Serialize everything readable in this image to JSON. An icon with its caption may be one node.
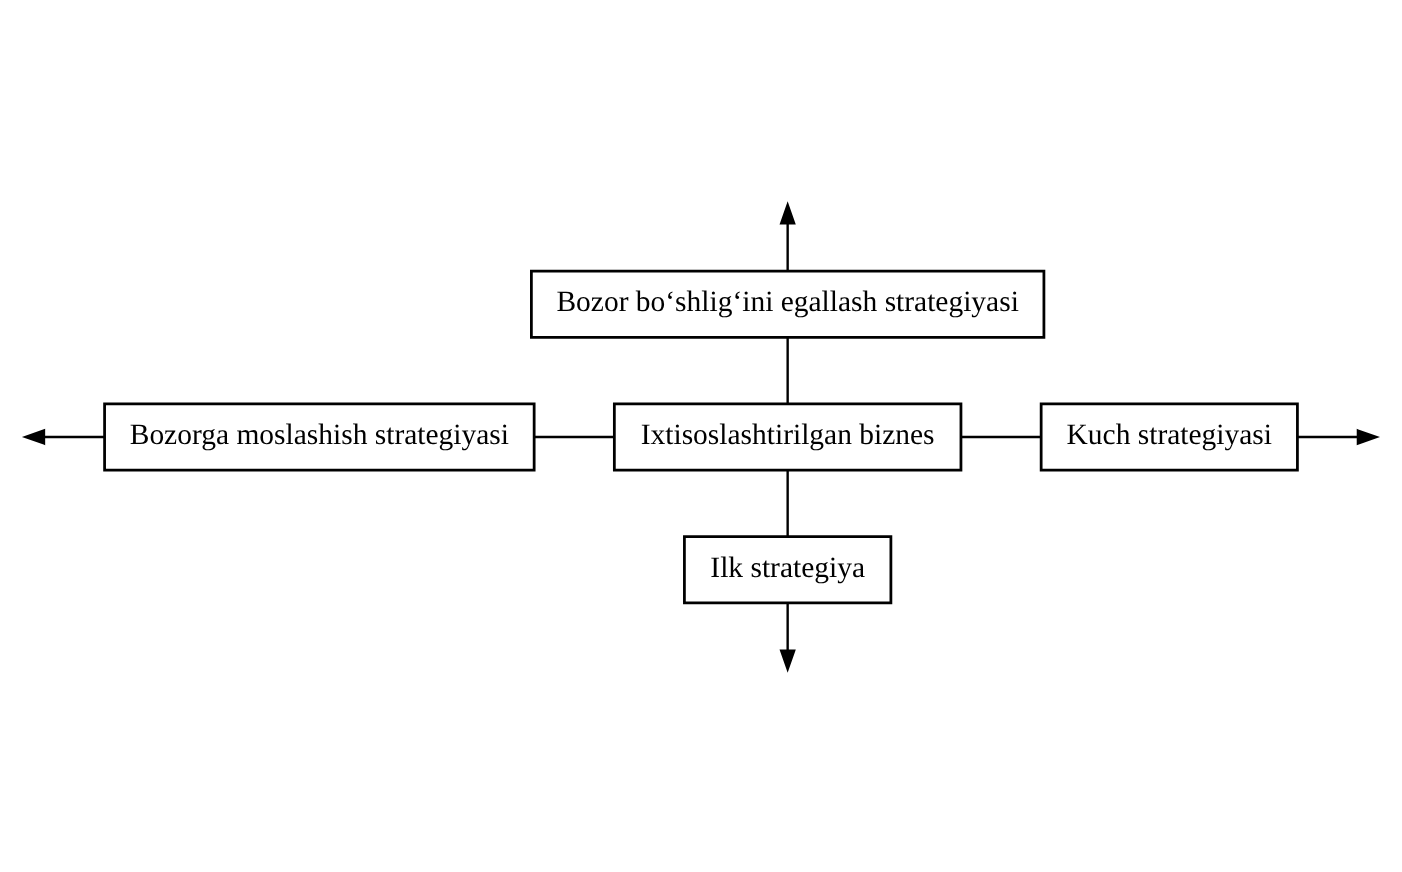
{
  "diagram": {
    "nodes": [
      {
        "text": [
          "Bozor bo‘shlig‘ini egallash strategiyasi"
        ]
      },
      {
        "text": [
          "Bozorga moslashish strategiyasi"
        ]
      },
      {
        "text": [
          "Ixtisoslashtirilgan biznes"
        ]
      },
      {
        "text": [
          "Kuch strategiyasi"
        ]
      },
      {
        "text": [
          "Ilk strategiya"
        ]
      }
    ],
    "edges": [
      {
        "from": 0,
        "to": 2,
        "arrow": "none"
      },
      {
        "from": 1,
        "to": 2,
        "arrow": "none"
      },
      {
        "from": 2,
        "to": 3,
        "arrow": "none"
      },
      {
        "from": 2,
        "to": 4,
        "arrow": "none"
      },
      {
        "from": 0,
        "to": null,
        "arrow": "to"
      },
      {
        "from": 1,
        "to": null,
        "arrow": "to"
      },
      {
        "from": 3,
        "to": null,
        "arrow": "to"
      },
      {
        "from": 4,
        "to": null,
        "arrow": "to"
      }
    ]
  }
}
